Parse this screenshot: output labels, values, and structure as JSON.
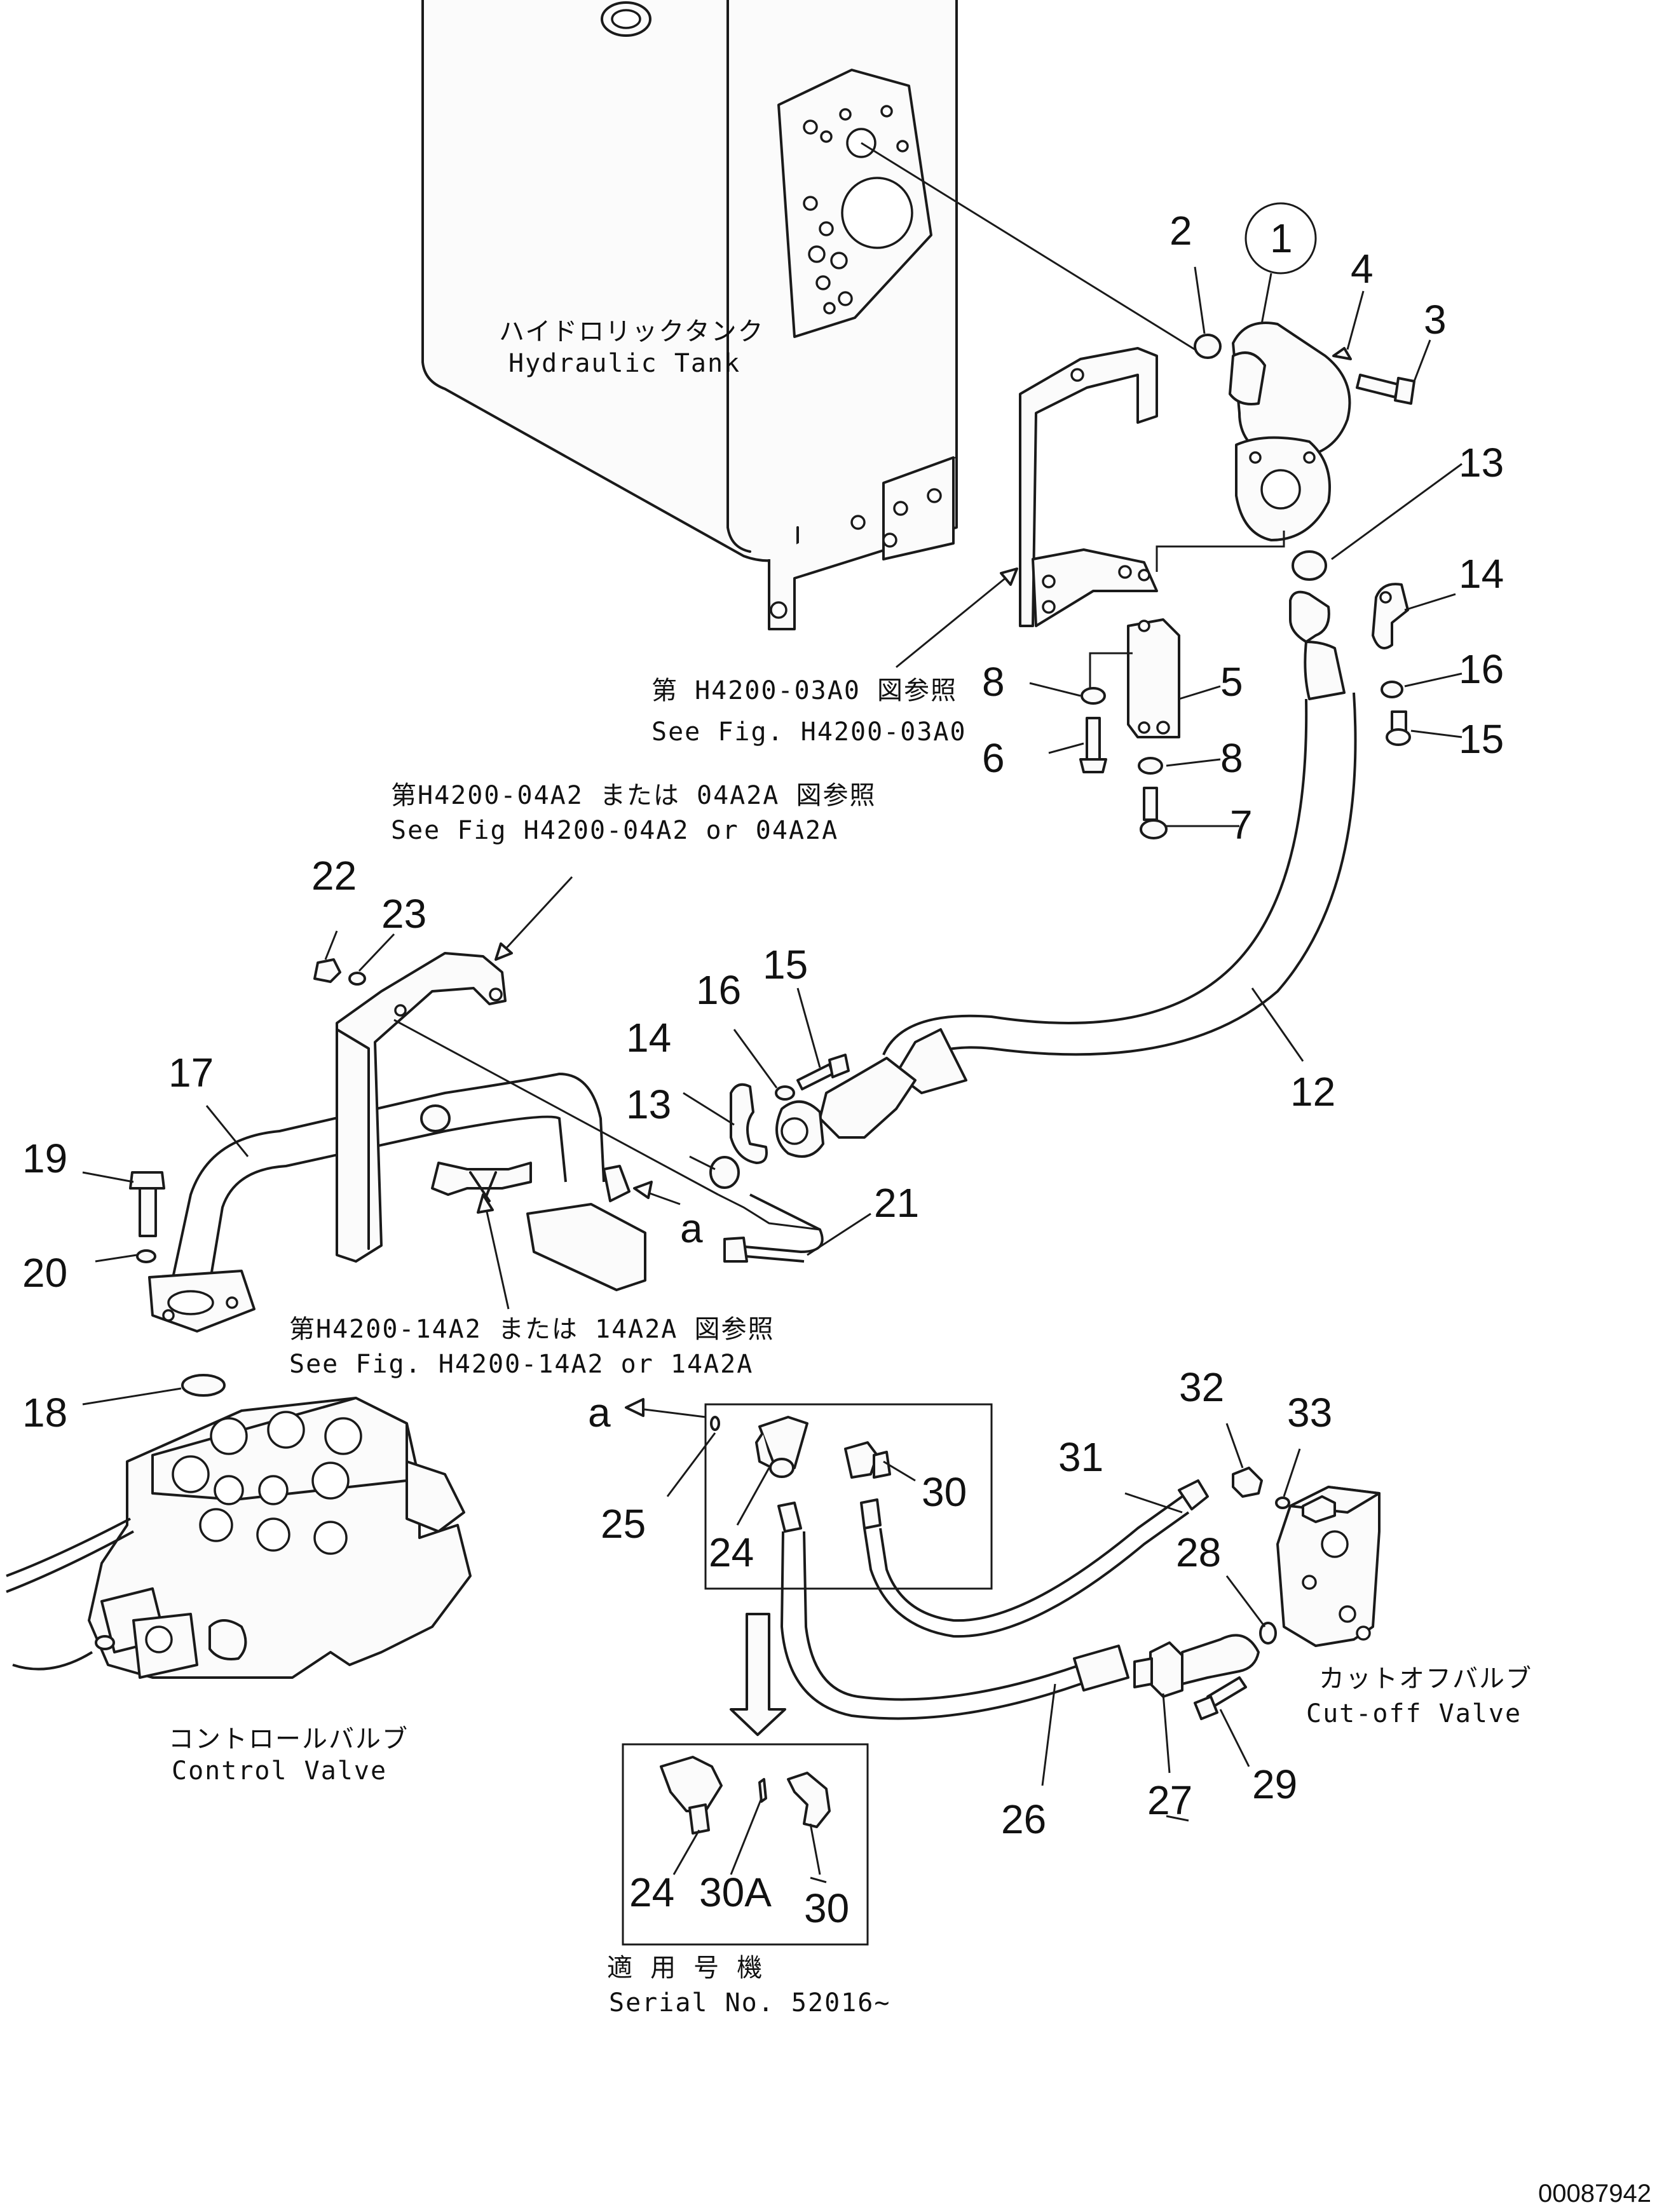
{
  "labels": {
    "hydraulic_tank": [
      "ハイドロリックタンク",
      "Hydraulic Tank"
    ],
    "see_fig_03a0": [
      "第 H4200-03A0 図参照",
      "See Fig. H4200-03A0"
    ],
    "see_fig_04a2": [
      "第H4200-04A2 または 04A2A 図参照",
      "See Fig H4200-04A2 or 04A2A"
    ],
    "see_fig_14a2": [
      "第H4200-14A2 または 14A2A 図参照",
      "See Fig. H4200-14A2 or 14A2A"
    ],
    "control_valve": [
      "コントロールバルブ",
      "Control Valve"
    ],
    "cutoff_valve": [
      "カットオフバルブ",
      "Cut-off Valve"
    ],
    "serial": [
      "適 用 号 機",
      "Serial No. 52016~"
    ],
    "image_id": "00087942"
  },
  "callouts": {
    "c1": "1",
    "c2": "2",
    "c3": "3",
    "c4": "4",
    "c5": "5",
    "c6": "6",
    "c7": "7",
    "c8a": "8",
    "c8b": "8",
    "c12": "12",
    "c13a": "13",
    "c13b": "13",
    "c14a": "14",
    "c14b": "14",
    "c15a": "15",
    "c15b": "15",
    "c16a": "16",
    "c16b": "16",
    "c17": "17",
    "c18": "18",
    "c19": "19",
    "c20": "20",
    "c21": "21",
    "c22": "22",
    "c23": "23",
    "c24a": "24",
    "c24b": "24",
    "c25": "25",
    "c26": "26",
    "c27": "27",
    "c28": "28",
    "c29": "29",
    "c30a": "30",
    "c30b": "30",
    "c30A": "30A",
    "c31": "31",
    "c32": "32",
    "c33": "33",
    "ref_a1": "a",
    "ref_a2": "a"
  }
}
